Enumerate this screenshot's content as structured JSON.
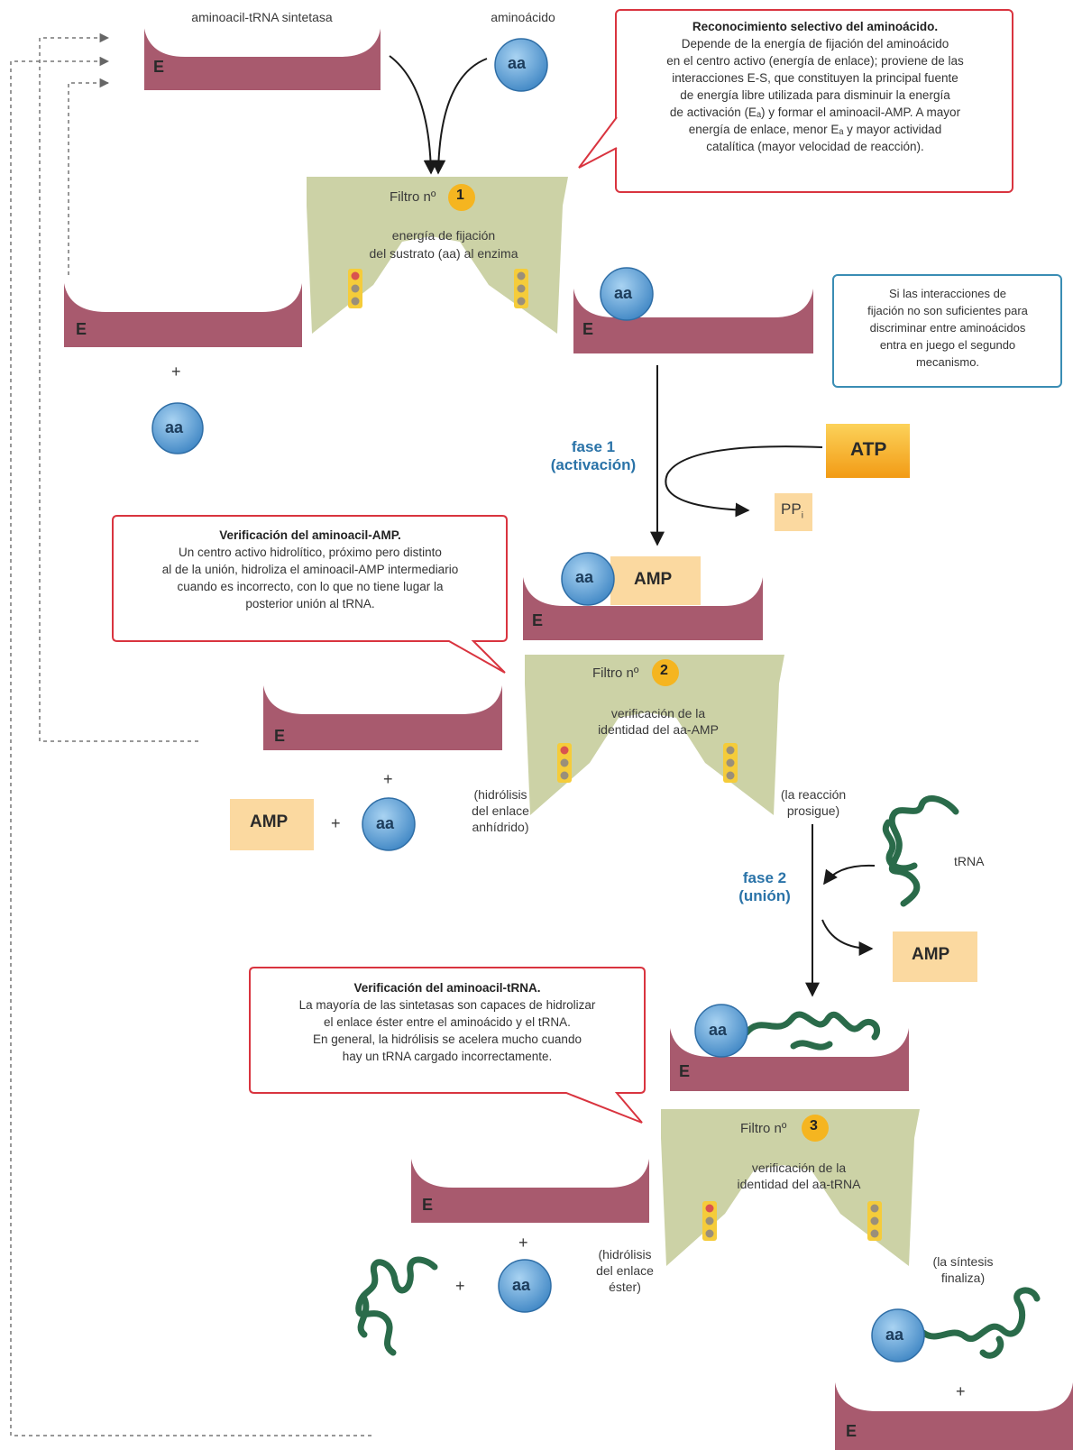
{
  "labels": {
    "synthetase": "aminoacil-tRNA sintetasa",
    "amino_acid": "aminoácido",
    "enzyme": "E",
    "aa": "aa",
    "plus": "+",
    "atp": "ATP",
    "ppi": "PP",
    "ppi_sub": "i",
    "amp": "AMP",
    "trna": "tRNA"
  },
  "filters": [
    {
      "label": "Filtro nº",
      "number": "1",
      "line1": "energía de fijación",
      "line2": "del sustrato (aa) al enzima"
    },
    {
      "label": "Filtro nº",
      "number": "2",
      "line1": "verificación de la",
      "line2": "identidad del aa-AMP"
    },
    {
      "label": "Filtro nº",
      "number": "3",
      "line1": "verificación de la",
      "line2": "identidad del aa-tRNA"
    }
  ],
  "phases": {
    "phase1_l1": "fase 1",
    "phase1_l2": "(activación)",
    "phase2_l1": "fase 2",
    "phase2_l2": "(unión)"
  },
  "notes": {
    "hydrolysis_anhydride": [
      "(hidrólisis",
      "del enlace",
      "anhídrido)"
    ],
    "reaction_continues": [
      "(la reacción",
      "prosigue)"
    ],
    "hydrolysis_ester": [
      "(hidrólisis",
      "del enlace",
      "éster)"
    ],
    "synthesis_ends": [
      "(la síntesis",
      "finaliza)"
    ]
  },
  "callouts": {
    "selective": {
      "title": "Reconocimiento selectivo del aminoácido.",
      "lines": [
        "Depende de la energía de fijación del aminoácido",
        "en el centro activo (energía de enlace); proviene de las",
        "interacciones E-S, que constituyen la principal fuente",
        "de energía libre utilizada para disminuir la energía",
        "de activación (Eₐ) y formar el aminoacil-AMP. A mayor",
        "energía de enlace, menor Eₐ y mayor actividad",
        "catalítica (mayor velocidad de reacción)."
      ]
    },
    "second_mechanism": {
      "lines": [
        "Si las interacciones de",
        "fijación no son suficientes para",
        "discriminar entre aminoácidos",
        "entra en juego el segundo",
        "mecanismo."
      ]
    },
    "verify_amp": {
      "title": "Verificación del aminoacil-AMP.",
      "lines": [
        "Un centro activo hidrolítico, próximo pero distinto",
        "al de la unión, hidroliza el aminoacil-AMP intermediario",
        "cuando es incorrecto, con lo que no tiene lugar la",
        "posterior unión al tRNA."
      ]
    },
    "verify_trna": {
      "title": "Verificación del aminoacil-tRNA.",
      "lines": [
        "La mayoría de las sintetasas son capaces de hidrolizar",
        "el enlace éster entre el aminoácido y el tRNA.",
        "En general, la hidrólisis se acelera mucho cuando",
        "hay un tRNA cargado incorrectamente."
      ]
    }
  },
  "colors": {
    "enzyme": "#a85a6e",
    "filter": "#ccd2a6",
    "aa_fill": "#5a9fd4",
    "amp_fill": "#fbd9a0",
    "atp_fill": "#f7b21d",
    "trna": "#2a6b4a",
    "callout_red": "#d9343f",
    "callout_blue": "#3a8db4",
    "phase_blue": "#2a73a8",
    "badge": "#f5b520"
  }
}
